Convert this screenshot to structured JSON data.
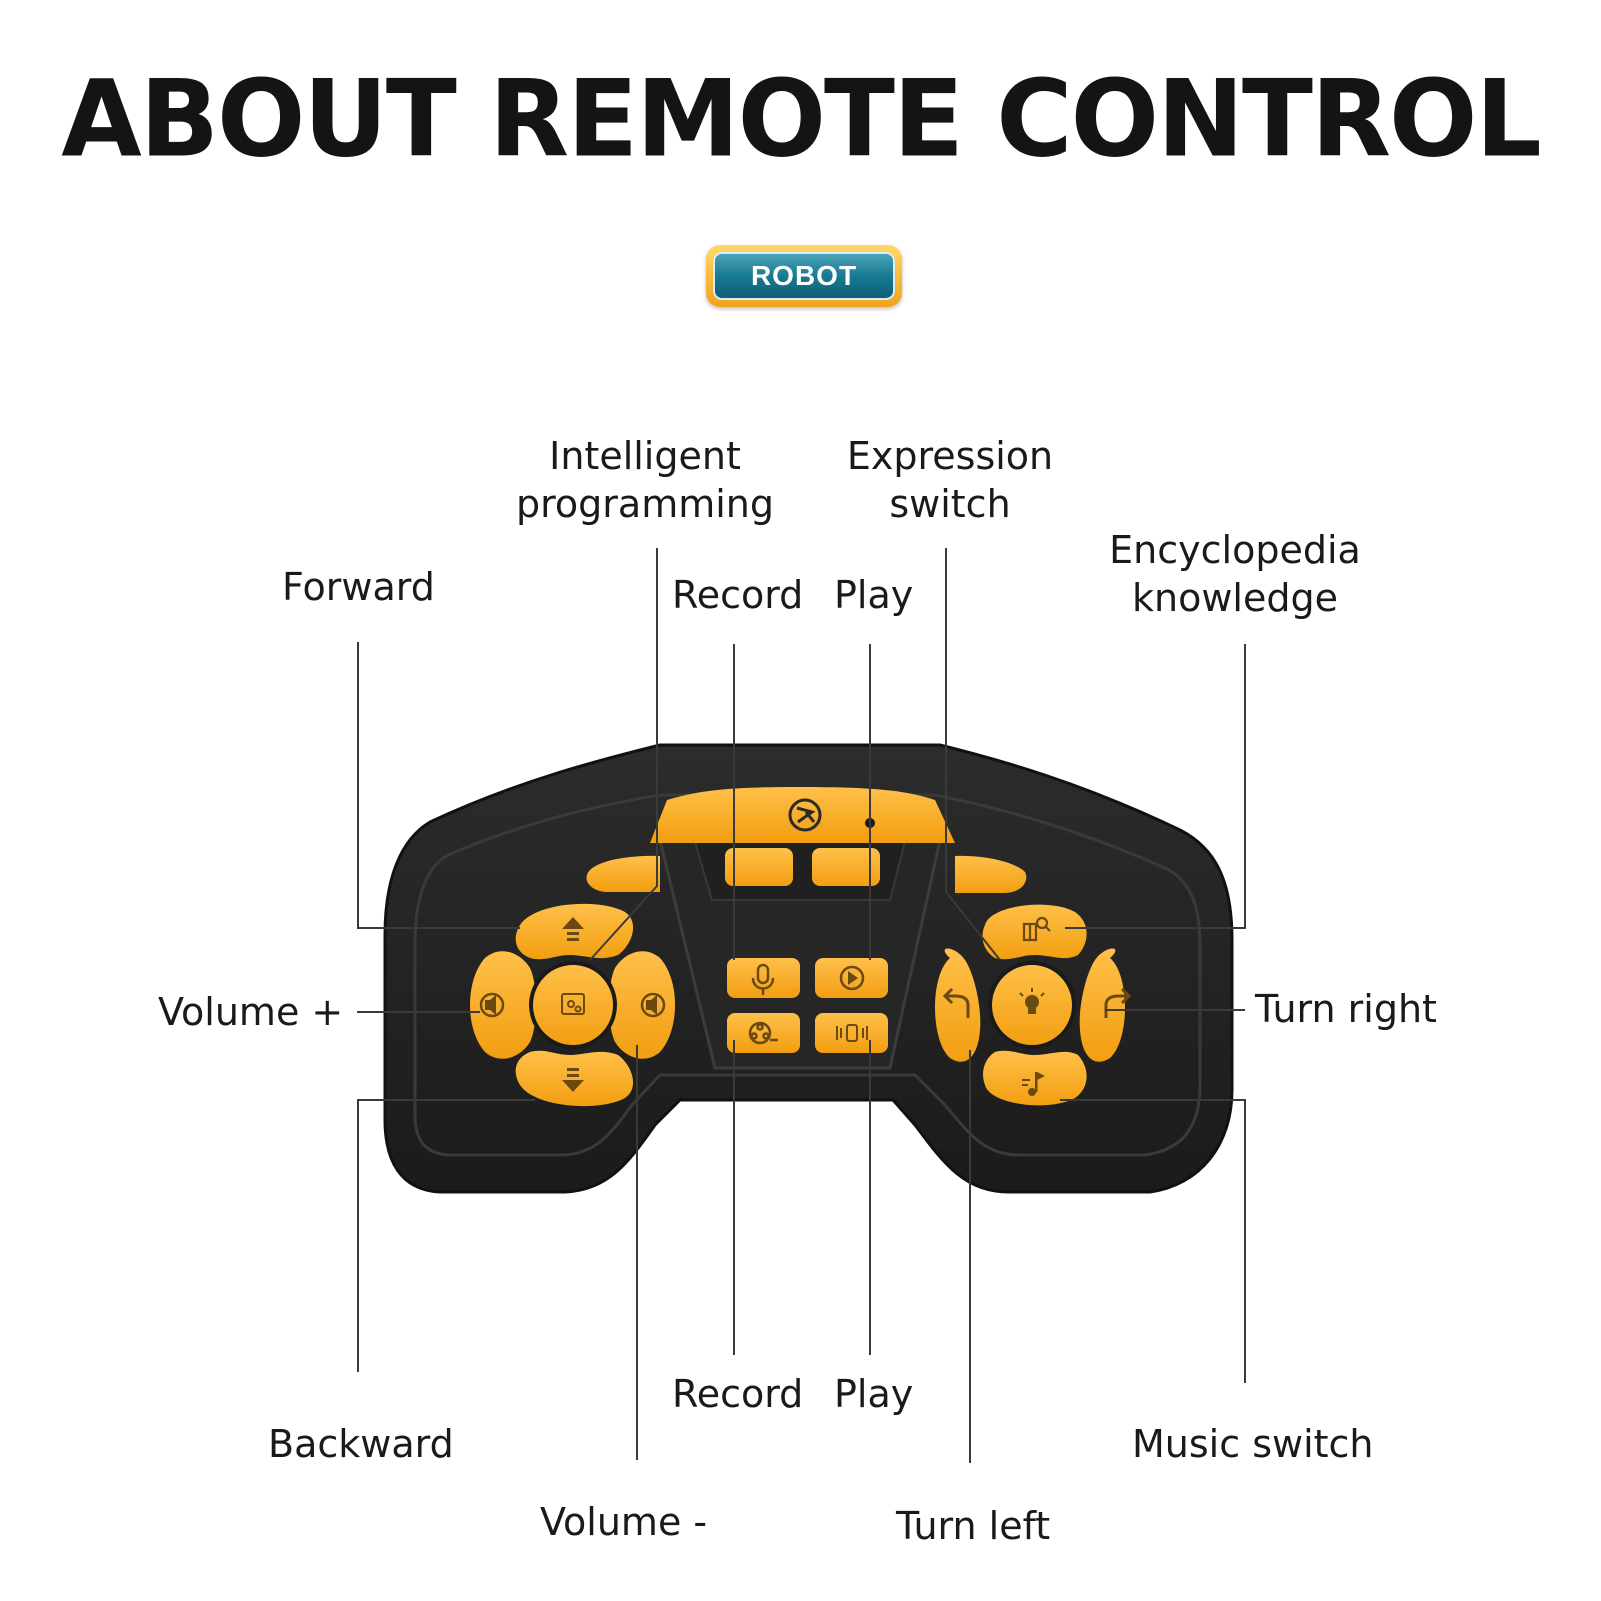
{
  "title": "ABOUT REMOTE CONTROL",
  "badge": "ROBOT",
  "labels": {
    "intelligent_programming": [
      "Intelligent",
      "programming"
    ],
    "expression_switch": [
      "Expression",
      "switch"
    ],
    "encyclopedia_knowledge": [
      "Encyclopedia",
      "knowledge"
    ],
    "forward": "Forward",
    "record_top": "Record",
    "play_top": "Play",
    "volume_plus": "Volume +",
    "turn_right": "Turn right",
    "backward": "Backward",
    "record_bottom": "Record",
    "play_bottom": "Play",
    "music_switch": "Music switch",
    "volume_minus": "Volume -",
    "turn_left": "Turn left"
  },
  "colors": {
    "button": "#f7a81b",
    "button_light": "#ffc241",
    "body": "#222222",
    "line": "#3a3a3a"
  },
  "icons": [
    "arrow-up-icon",
    "arrow-down-icon",
    "volume-up-icon",
    "volume-down-icon",
    "programming-icon",
    "microphone-icon",
    "play-icon",
    "film-reel-icon",
    "vibration-icon",
    "turn-left-icon",
    "turn-right-icon",
    "lightbulb-icon",
    "book-search-icon",
    "music-note-icon",
    "robot-logo-icon"
  ]
}
